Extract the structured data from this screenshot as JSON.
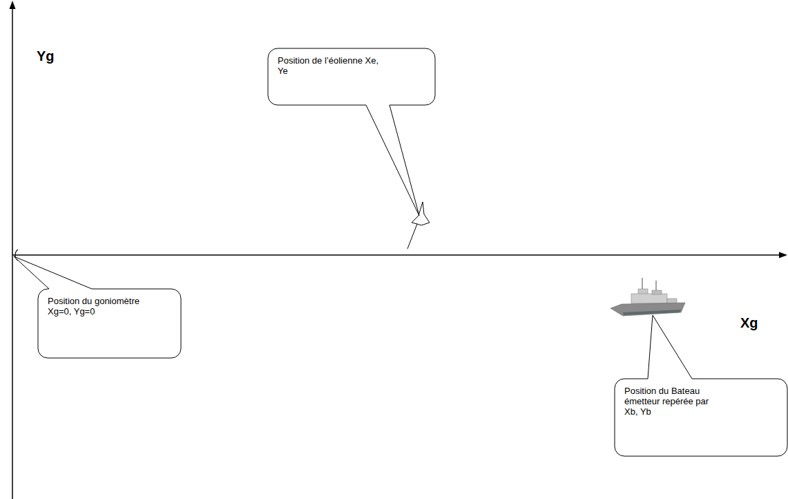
{
  "diagram": {
    "nodes": [
      {
        "text": [
          "Position de l’éolienne Xe, Ye"
        ]
      },
      {
        "text": [
          "Position du goniomètre Xg=0, Yg=0"
        ]
      },
      {
        "text": [
          "Position du Bateau émetteur repérée par Xb, Yb"
        ]
      }
    ],
    "labels": [
      "Yg",
      "Xg"
    ]
  }
}
